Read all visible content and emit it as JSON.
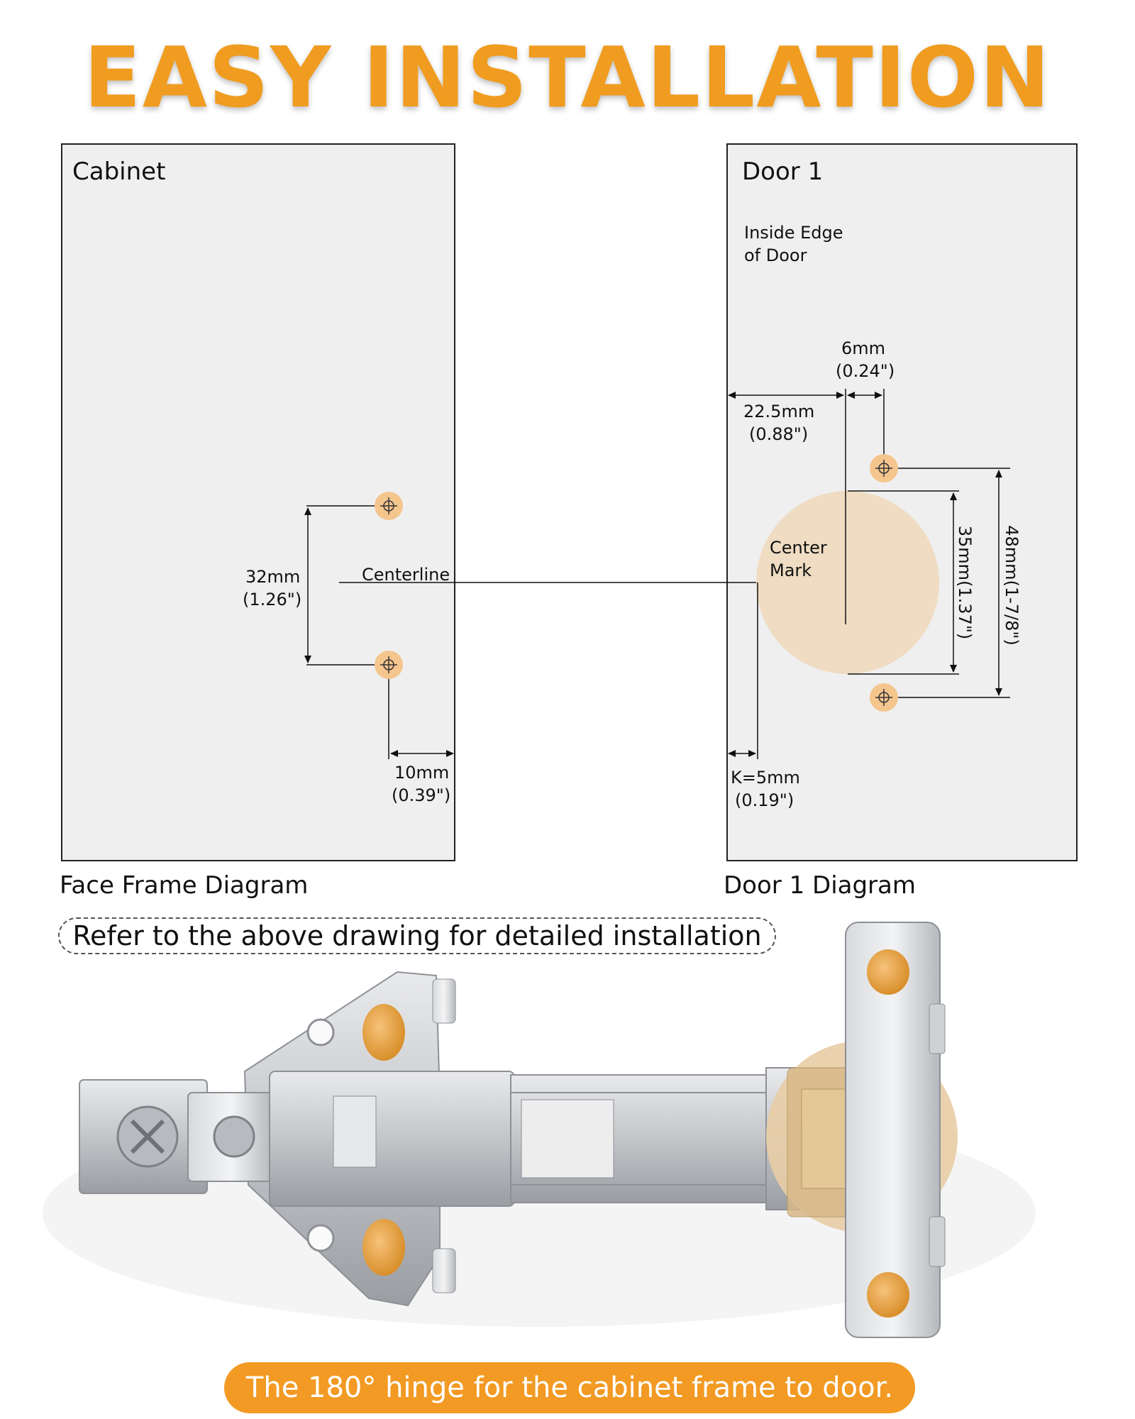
{
  "title": "EASY INSTALLATION",
  "cabinet_panel": {
    "heading": "Cabinet",
    "centerline_label": "Centerline",
    "spacing_mm": "32mm",
    "spacing_in": "(1.26\")",
    "edge_mm": "10mm",
    "edge_in": "(0.39\")",
    "caption": "Face Frame Diagram"
  },
  "door_panel": {
    "heading": "Door 1",
    "inside_edge_line1": "Inside Edge",
    "inside_edge_line2": "of Door",
    "offset_small_mm": "6mm",
    "offset_small_in": "(0.24\")",
    "offset_mm": "22.5mm",
    "offset_in": "(0.88\")",
    "center_mark_line1": "Center",
    "center_mark_line2": "Mark",
    "cup_diameter": "35mm(1.37\")",
    "screw_spacing": "48mm(1-7/8\")",
    "k_mm": "K=5mm",
    "k_in": "(0.19\")",
    "caption": "Door 1 Diagram"
  },
  "refer_note": "Refer to the above drawing for detailed installation",
  "banner": "The 180° hinge for the cabinet frame to door.",
  "colors": {
    "accent": "#f09c20",
    "hole": "#f5c58e",
    "cup": "#efdcc2",
    "panel": "#efefef"
  }
}
